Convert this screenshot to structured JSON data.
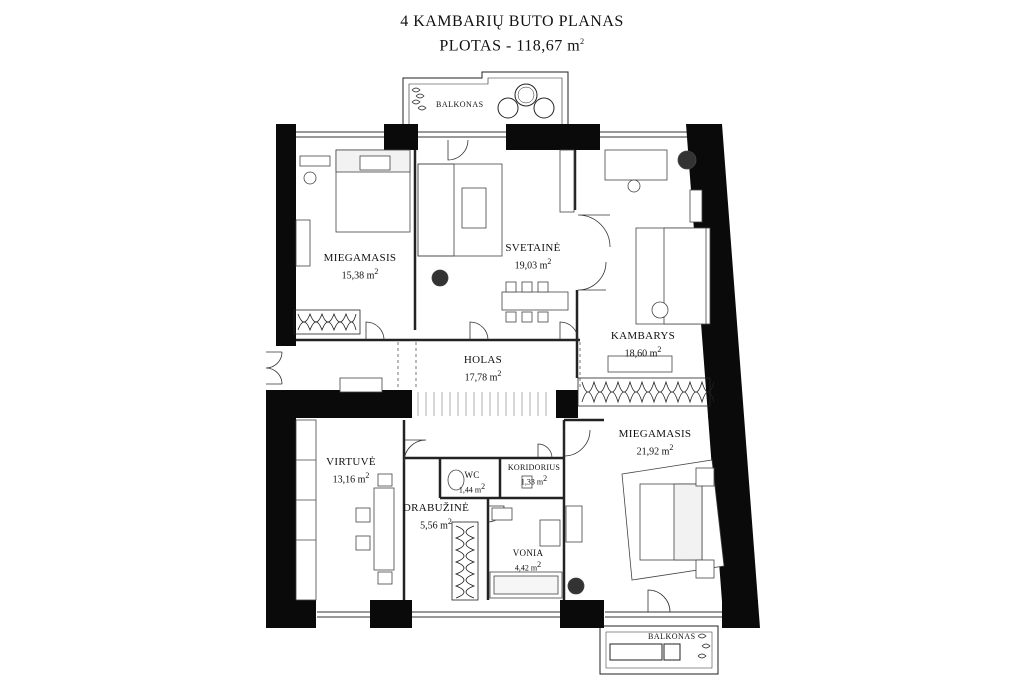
{
  "title": {
    "line1": "4 KAMBARIŲ BUTO PLANAS",
    "line2": "PLOTAS - 118,67 m",
    "sup": "2"
  },
  "unit_sup": "2",
  "rooms": {
    "bedroom1": {
      "name": "MIEGAMASIS",
      "area": "15,38 m"
    },
    "living": {
      "name": "SVETAINĖ",
      "area": "19,03 m"
    },
    "room": {
      "name": "KAMBARYS",
      "area": "18,60 m"
    },
    "hall": {
      "name": "HOLAS",
      "area": "17,78 m"
    },
    "kitchen": {
      "name": "VIRTUVĖ",
      "area": "13,16 m"
    },
    "bedroom2": {
      "name": "MIEGAMASIS",
      "area": "21,92 m"
    },
    "wc": {
      "name": "WC",
      "area": "1,44 m"
    },
    "corridor": {
      "name": "KORIDORIUS",
      "area": "1,33 m"
    },
    "wardrobe": {
      "name": "DRABUŽINĖ",
      "area": "5,56 m"
    },
    "bath": {
      "name": "VONIA",
      "area": "4,42 m"
    }
  },
  "balconies": {
    "top": "BALKONAS",
    "bottom": "BALKONAS"
  },
  "colors": {
    "wall": "#0a0a0a",
    "line": "#222222",
    "furniture": "#9a9a9a",
    "background": "#ffffff"
  }
}
